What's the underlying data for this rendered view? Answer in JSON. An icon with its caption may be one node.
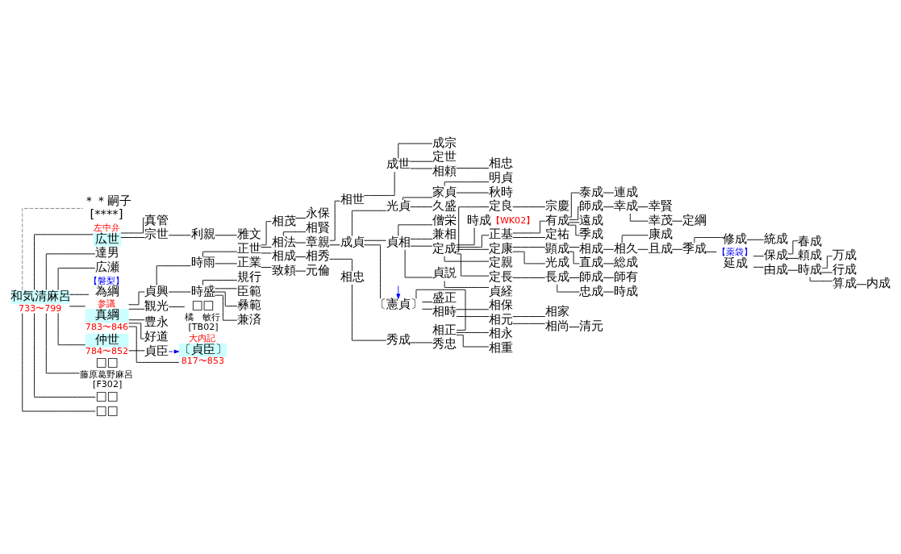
{
  "diagram": {
    "nodes": [
      {
        "text": [
          "和気清麻呂"
        ],
        "beside": [
          "733〜799"
        ]
      },
      {
        "text": [
          "＊＊嗣子",
          "[****]"
        ]
      },
      {
        "text": [
          "広世"
        ],
        "beside": [
          "左中弁"
        ]
      },
      {
        "text": [
          "達男"
        ]
      },
      {
        "text": [
          "広瀬"
        ]
      },
      {
        "text": [
          "為綱"
        ],
        "beside": [
          "【磐梨】"
        ]
      },
      {
        "text": [
          "真綱"
        ],
        "beside": [
          "参議",
          "783〜846"
        ]
      },
      {
        "text": [
          "仲世"
        ],
        "beside": [
          "784〜852"
        ]
      },
      {
        "text": [
          "□□"
        ],
        "beside": [
          "藤原葛野麻呂",
          "[F302]"
        ]
      },
      {
        "text": [
          "□□"
        ]
      },
      {
        "text": [
          "□□"
        ]
      },
      {
        "text": [
          "真管"
        ]
      },
      {
        "text": [
          "宗世"
        ]
      },
      {
        "text": [
          "利親"
        ]
      },
      {
        "text": [
          "雅文"
        ]
      },
      {
        "text": [
          "豊永"
        ]
      },
      {
        "text": [
          "好道"
        ]
      },
      {
        "text": [
          "貞興"
        ]
      },
      {
        "text": [
          "観光"
        ]
      },
      {
        "text": [
          "〔貞臣〕"
        ],
        "beside": [
          "大内記",
          "817〜853"
        ]
      },
      {
        "text": [
          "貞臣"
        ]
      },
      {
        "text": [
          "□□"
        ],
        "beside": [
          "橘　敏行",
          "[TB02]"
        ]
      },
      {
        "text": [
          "時盛"
        ]
      },
      {
        "text": [
          "時雨"
        ]
      },
      {
        "text": [
          "臣範"
        ]
      },
      {
        "text": [
          "彝範"
        ]
      },
      {
        "text": [
          "兼済"
        ]
      },
      {
        "text": [
          "規行"
        ]
      },
      {
        "text": [
          "正業"
        ]
      },
      {
        "text": [
          "正世"
        ]
      },
      {
        "text": [
          "致頼"
        ]
      },
      {
        "text": [
          "元倫"
        ]
      },
      {
        "text": [
          "相法"
        ]
      },
      {
        "text": [
          "相成"
        ]
      },
      {
        "text": [
          "相茂"
        ]
      },
      {
        "text": [
          "相賢"
        ]
      },
      {
        "text": [
          "章親"
        ]
      },
      {
        "text": [
          "成貞"
        ]
      },
      {
        "text": [
          "相世"
        ]
      },
      {
        "text": [
          "貞相"
        ]
      },
      {
        "text": [
          "〔憲貞〕"
        ]
      },
      {
        "text": [
          "光貞"
        ]
      },
      {
        "text": [
          "僧栄"
        ]
      },
      {
        "text": [
          "兼相"
        ]
      },
      {
        "text": [
          "定成"
        ]
      },
      {
        "text": [
          "貞説"
        ]
      },
      {
        "text": [
          "定長"
        ]
      },
      {
        "text": [
          "定良"
        ]
      },
      {
        "text": [
          "時成"
        ],
        "beside": [
          "【WK02】"
        ]
      },
      {
        "text": [
          "正基"
        ]
      },
      {
        "text": [
          "定康"
        ]
      },
      {
        "text": [
          "定親"
        ]
      },
      {
        "text": [
          "長成"
        ]
      },
      {
        "text": [
          "宗慶"
        ]
      },
      {
        "text": [
          "忠成"
        ]
      },
      {
        "text": [
          "師成"
        ]
      },
      {
        "text": [
          "時成"
        ]
      },
      {
        "text": [
          "師有"
        ]
      },
      {
        "text": [
          "有成"
        ]
      },
      {
        "text": [
          "定祐"
        ]
      },
      {
        "text": [
          "師成"
        ]
      },
      {
        "text": [
          "遠成"
        ]
      },
      {
        "text": [
          "季成"
        ]
      },
      {
        "text": [
          "泰成"
        ]
      },
      {
        "text": [
          "幸成"
        ]
      },
      {
        "text": [
          "幸賢"
        ]
      },
      {
        "text": [
          "幸茂"
        ]
      },
      {
        "text": [
          "定綱"
        ]
      },
      {
        "text": [
          "連成"
        ]
      },
      {
        "text": [
          "顕成"
        ]
      },
      {
        "text": [
          "光成"
        ]
      },
      {
        "text": [
          "直成"
        ]
      },
      {
        "text": [
          "相成"
        ]
      },
      {
        "text": [
          "総成"
        ]
      },
      {
        "text": [
          "相久"
        ]
      },
      {
        "text": [
          "康成"
        ]
      },
      {
        "text": [
          "且成"
        ]
      },
      {
        "text": [
          "季成"
        ]
      },
      {
        "text": [
          "修成"
        ]
      },
      {
        "text": [
          "延成"
        ],
        "beside": [
          "【薬袋】"
        ]
      },
      {
        "text": [
          "統成"
        ]
      },
      {
        "text": [
          "由成"
        ]
      },
      {
        "text": [
          "保成"
        ]
      },
      {
        "text": [
          "時成"
        ]
      },
      {
        "text": [
          "万成"
        ]
      },
      {
        "text": [
          "行成"
        ]
      },
      {
        "text": [
          "算成"
        ]
      },
      {
        "text": [
          "内成"
        ]
      },
      {
        "text": [
          "頼成"
        ]
      },
      {
        "text": [
          "春成"
        ]
      },
      {
        "text": [
          "貞経"
        ]
      },
      {
        "text": [
          "相正"
        ]
      },
      {
        "text": [
          "盛正"
        ]
      },
      {
        "text": [
          "相時"
        ]
      },
      {
        "text": [
          "相重"
        ]
      },
      {
        "text": [
          "相永"
        ]
      },
      {
        "text": [
          "相元"
        ]
      },
      {
        "text": [
          "相保"
        ]
      },
      {
        "text": [
          "相家"
        ]
      },
      {
        "text": [
          "相尚"
        ]
      },
      {
        "text": [
          "清元"
        ]
      },
      {
        "text": [
          "家貞"
        ]
      },
      {
        "text": [
          "久盛"
        ]
      },
      {
        "text": [
          "秋時"
        ]
      },
      {
        "text": [
          "明貞"
        ]
      },
      {
        "text": [
          "成世"
        ]
      },
      {
        "text": [
          "定世"
        ]
      },
      {
        "text": [
          "相頼"
        ]
      },
      {
        "text": [
          "成宗"
        ]
      },
      {
        "text": [
          "相忠"
        ]
      },
      {
        "text": [
          "相秀"
        ]
      },
      {
        "text": [
          "相忠"
        ]
      },
      {
        "text": [
          "秀成"
        ]
      },
      {
        "text": [
          "秀忠"
        ]
      },
      {
        "text": [
          "永保"
        ]
      }
    ],
    "edges": [
      {
        "from": 0,
        "to": 1,
        "arrow": "none",
        "style": "dashed",
        "color": "#808080"
      },
      {
        "from": 0,
        "to": 2,
        "arrow": "none"
      },
      {
        "from": 0,
        "to": 3,
        "arrow": "none"
      },
      {
        "from": 0,
        "to": 4,
        "arrow": "none"
      },
      {
        "from": 0,
        "to": 5,
        "arrow": "none"
      },
      {
        "from": 0,
        "to": 6,
        "arrow": "none"
      },
      {
        "from": 0,
        "to": 7,
        "arrow": "none"
      },
      {
        "from": 0,
        "to": 8,
        "arrow": "none"
      },
      {
        "from": 0,
        "to": 9,
        "arrow": "none"
      },
      {
        "from": 0,
        "to": 10,
        "arrow": "none"
      },
      {
        "from": 2,
        "to": 11,
        "arrow": "none"
      },
      {
        "from": 2,
        "to": 12,
        "arrow": "none"
      },
      {
        "from": 12,
        "to": 13,
        "arrow": "none"
      },
      {
        "from": 13,
        "to": 14,
        "arrow": "none"
      },
      {
        "from": 6,
        "to": 15,
        "arrow": "none"
      },
      {
        "from": 6,
        "to": 16,
        "arrow": "none"
      },
      {
        "from": 6,
        "to": 17,
        "arrow": "none"
      },
      {
        "from": 6,
        "to": 18,
        "arrow": "none"
      },
      {
        "from": 6,
        "to": 19,
        "arrow": "none"
      },
      {
        "from": 7,
        "to": 20,
        "arrow": "none"
      },
      {
        "from": 20,
        "to": 19,
        "arrow": "to",
        "style": "dashed",
        "color": "#0000ff"
      },
      {
        "from": 18,
        "to": 21,
        "arrow": "none"
      },
      {
        "from": 17,
        "to": 22,
        "arrow": "none"
      },
      {
        "from": 17,
        "to": 23,
        "arrow": "none"
      },
      {
        "from": 22,
        "to": 24,
        "arrow": "none"
      },
      {
        "from": 22,
        "to": 25,
        "arrow": "none"
      },
      {
        "from": 22,
        "to": 26,
        "arrow": "none"
      },
      {
        "from": 22,
        "to": 27,
        "arrow": "none"
      },
      {
        "from": 23,
        "to": 28,
        "arrow": "none"
      },
      {
        "from": 23,
        "to": 29,
        "arrow": "none"
      },
      {
        "from": 28,
        "to": 30,
        "arrow": "none"
      },
      {
        "from": 30,
        "to": 31,
        "arrow": "none"
      },
      {
        "from": 29,
        "to": 32,
        "arrow": "none"
      },
      {
        "from": 29,
        "to": 33,
        "arrow": "none"
      },
      {
        "from": 29,
        "to": 34,
        "arrow": "none"
      },
      {
        "from": 32,
        "to": 35,
        "arrow": "none"
      },
      {
        "from": 32,
        "to": 36,
        "arrow": "none"
      },
      {
        "from": 36,
        "to": 37,
        "arrow": "none"
      },
      {
        "from": 36,
        "to": 38,
        "arrow": "none"
      },
      {
        "from": 37,
        "to": 39,
        "arrow": "none"
      },
      {
        "from": 37,
        "to": 40,
        "arrow": "none"
      },
      {
        "from": 37,
        "to": 41,
        "arrow": "none"
      },
      {
        "from": null,
        "to": 40,
        "arrow": "to",
        "color": "#0000ff"
      },
      {
        "from": 39,
        "to": 42,
        "arrow": "none"
      },
      {
        "from": 39,
        "to": 43,
        "arrow": "none"
      },
      {
        "from": 39,
        "to": 44,
        "arrow": "none"
      },
      {
        "from": 39,
        "to": 45,
        "arrow": "none"
      },
      {
        "from": 44,
        "to": 46,
        "arrow": "none"
      },
      {
        "from": 44,
        "to": 47,
        "arrow": "none"
      },
      {
        "from": 44,
        "to": 48,
        "arrow": "none"
      },
      {
        "from": 44,
        "to": 49,
        "arrow": "none"
      },
      {
        "from": 44,
        "to": 50,
        "arrow": "none"
      },
      {
        "from": 44,
        "to": 51,
        "arrow": "none"
      },
      {
        "from": 46,
        "to": 52,
        "arrow": "none"
      },
      {
        "from": 47,
        "to": 53,
        "arrow": "none"
      },
      {
        "from": 52,
        "to": 54,
        "arrow": "none"
      },
      {
        "from": 52,
        "to": 55,
        "arrow": "none"
      },
      {
        "from": 54,
        "to": 56,
        "arrow": "none"
      },
      {
        "from": 55,
        "to": 57,
        "arrow": "none"
      },
      {
        "from": 49,
        "to": 58,
        "arrow": "none"
      },
      {
        "from": 49,
        "to": 59,
        "arrow": "none"
      },
      {
        "from": 58,
        "to": 60,
        "arrow": "none"
      },
      {
        "from": 58,
        "to": 61,
        "arrow": "none"
      },
      {
        "from": 58,
        "to": 62,
        "arrow": "none"
      },
      {
        "from": 58,
        "to": 63,
        "arrow": "none"
      },
      {
        "from": 60,
        "to": 64,
        "arrow": "none"
      },
      {
        "from": 64,
        "to": 65,
        "arrow": "none"
      },
      {
        "from": 64,
        "to": 66,
        "arrow": "none"
      },
      {
        "from": 66,
        "to": 67,
        "arrow": "none"
      },
      {
        "from": 63,
        "to": 68,
        "arrow": "none"
      },
      {
        "from": 50,
        "to": 69,
        "arrow": "none"
      },
      {
        "from": 50,
        "to": 70,
        "arrow": "none"
      },
      {
        "from": 69,
        "to": 71,
        "arrow": "none"
      },
      {
        "from": 69,
        "to": 72,
        "arrow": "none"
      },
      {
        "from": 71,
        "to": 73,
        "arrow": "none"
      },
      {
        "from": 72,
        "to": 74,
        "arrow": "none"
      },
      {
        "from": 74,
        "to": 75,
        "arrow": "none"
      },
      {
        "from": 74,
        "to": 76,
        "arrow": "none"
      },
      {
        "from": 76,
        "to": 77,
        "arrow": "none"
      },
      {
        "from": 77,
        "to": 78,
        "arrow": "none"
      },
      {
        "from": 77,
        "to": 79,
        "arrow": "none"
      },
      {
        "from": 78,
        "to": 80,
        "arrow": "none"
      },
      {
        "from": 79,
        "to": 81,
        "arrow": "none"
      },
      {
        "from": 79,
        "to": 82,
        "arrow": "none"
      },
      {
        "from": 81,
        "to": 83,
        "arrow": "none"
      },
      {
        "from": 83,
        "to": 84,
        "arrow": "none"
      },
      {
        "from": 83,
        "to": 85,
        "arrow": "none"
      },
      {
        "from": 83,
        "to": 86,
        "arrow": "none"
      },
      {
        "from": 86,
        "to": 87,
        "arrow": "none"
      },
      {
        "from": 82,
        "to": 88,
        "arrow": "none"
      },
      {
        "from": 82,
        "to": 89,
        "arrow": "none"
      },
      {
        "from": 45,
        "to": 90,
        "arrow": "none"
      },
      {
        "from": 40,
        "to": 91,
        "arrow": "none"
      },
      {
        "from": 40,
        "to": 92,
        "arrow": "none"
      },
      {
        "from": 40,
        "to": 93,
        "arrow": "none"
      },
      {
        "from": 91,
        "to": 94,
        "arrow": "none"
      },
      {
        "from": 91,
        "to": 95,
        "arrow": "none"
      },
      {
        "from": 93,
        "to": 96,
        "arrow": "none"
      },
      {
        "from": 93,
        "to": 97,
        "arrow": "none"
      },
      {
        "from": 96,
        "to": 98,
        "arrow": "none"
      },
      {
        "from": 96,
        "to": 99,
        "arrow": "none"
      },
      {
        "from": 99,
        "to": 100,
        "arrow": "none"
      },
      {
        "from": 41,
        "to": 101,
        "arrow": "none"
      },
      {
        "from": 41,
        "to": 102,
        "arrow": "none"
      },
      {
        "from": 101,
        "to": 103,
        "arrow": "none"
      },
      {
        "from": 101,
        "to": 104,
        "arrow": "none"
      },
      {
        "from": 38,
        "to": 105,
        "arrow": "none"
      },
      {
        "from": 105,
        "to": 106,
        "arrow": "none"
      },
      {
        "from": 105,
        "to": 107,
        "arrow": "none"
      },
      {
        "from": 105,
        "to": 108,
        "arrow": "none"
      },
      {
        "from": 107,
        "to": 109,
        "arrow": "none"
      },
      {
        "from": 33,
        "to": 110,
        "arrow": "none"
      },
      {
        "from": 110,
        "to": 111,
        "arrow": "none"
      },
      {
        "from": 111,
        "to": 112,
        "arrow": "none"
      },
      {
        "from": 112,
        "to": 113,
        "arrow": "none"
      },
      {
        "from": 34,
        "to": 114,
        "arrow": "none"
      }
    ]
  }
}
